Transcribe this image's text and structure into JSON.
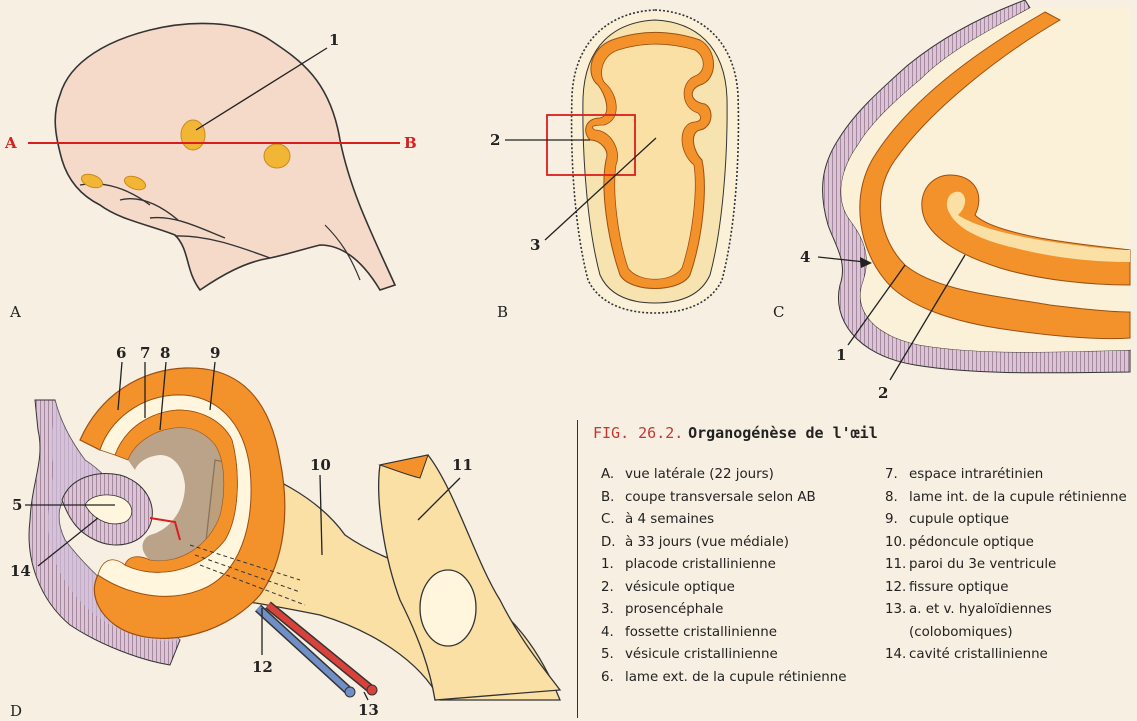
{
  "figure": {
    "number": "FIG. 26.2.",
    "title": "Organogénèse de l'œil"
  },
  "panels": [
    "A",
    "B",
    "C",
    "D"
  ],
  "section_markers": [
    "A",
    "B"
  ],
  "callouts": {
    "A": [
      "1"
    ],
    "B": [
      "2",
      "3"
    ],
    "C": [
      "4",
      "1",
      "2"
    ],
    "D": [
      "6",
      "7",
      "8",
      "9",
      "10",
      "11",
      "5",
      "14",
      "12",
      "13"
    ]
  },
  "legend": [
    {
      "key": "A.",
      "text": "vue latérale (22 jours)"
    },
    {
      "key": "B.",
      "text": "coupe transversale selon AB"
    },
    {
      "key": "C.",
      "text": "à 4 semaines"
    },
    {
      "key": "D.",
      "text": "à 33 jours (vue médiale)"
    },
    {
      "key": "1.",
      "text": "placode cristallinienne"
    },
    {
      "key": "2.",
      "text": "vésicule optique"
    },
    {
      "key": "3.",
      "text": "prosencéphale"
    },
    {
      "key": "4.",
      "text": "fossette cristallinienne"
    },
    {
      "key": "5.",
      "text": "vésicule cristallinienne"
    },
    {
      "key": "6.",
      "text": "lame ext. de la cupule rétinienne"
    },
    {
      "key": "7.",
      "text": "espace intrarétinien"
    },
    {
      "key": "8.",
      "text": "lame int. de la cupule rétinienne"
    },
    {
      "key": "9.",
      "text": "cupule optique"
    },
    {
      "key": "10.",
      "text": "pédoncule optique"
    },
    {
      "key": "11.",
      "text": "paroi du 3e ventricule"
    },
    {
      "key": "12.",
      "text": "fissure optique"
    },
    {
      "key": "13.",
      "text": "a. et v. hyaloïdiennes (colobomiques)"
    },
    {
      "key": "14.",
      "text": "cavité cristallinienne"
    }
  ],
  "colors": {
    "skin": "#f5d9c9",
    "tissue": "#fbe0a6",
    "orange": "#f3922b",
    "ectoderm": "#d9bfd3",
    "red": "#d81e1e",
    "vessel_blue": "#6f8fc6"
  }
}
